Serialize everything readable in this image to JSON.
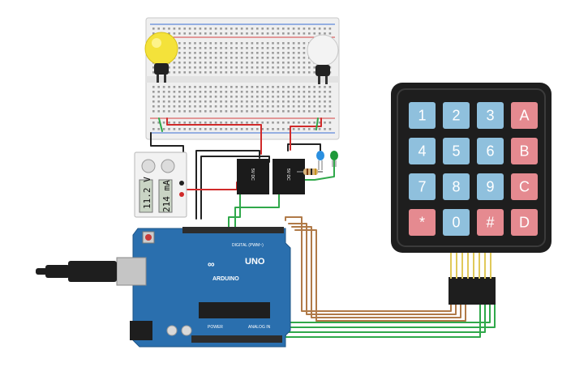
{
  "keypad": {
    "rows": [
      [
        {
          "label": "1",
          "color": "#8fc0dd"
        },
        {
          "label": "2",
          "color": "#8fc0dd"
        },
        {
          "label": "3",
          "color": "#8fc0dd"
        },
        {
          "label": "A",
          "color": "#e58a90"
        }
      ],
      [
        {
          "label": "4",
          "color": "#8fc0dd"
        },
        {
          "label": "5",
          "color": "#8fc0dd"
        },
        {
          "label": "6",
          "color": "#8fc0dd"
        },
        {
          "label": "B",
          "color": "#e58a90"
        }
      ],
      [
        {
          "label": "7",
          "color": "#8fc0dd"
        },
        {
          "label": "8",
          "color": "#8fc0dd"
        },
        {
          "label": "9",
          "color": "#8fc0dd"
        },
        {
          "label": "C",
          "color": "#e58a90"
        }
      ],
      [
        {
          "label": "*",
          "color": "#e58a90"
        },
        {
          "label": "0",
          "color": "#8fc0dd"
        },
        {
          "label": "#",
          "color": "#e58a90"
        },
        {
          "label": "D",
          "color": "#e58a90"
        }
      ]
    ],
    "body_color": "#1e1e1e"
  },
  "power_supply": {
    "voltage": "11.2 V",
    "current": "214 mA"
  },
  "arduino": {
    "brand": "ARDUINO",
    "model": "UNO",
    "digital_label": "DIGITAL (PWM~)",
    "analog_label": "ANALOG IN",
    "power_label": "POWER",
    "board_color": "#2a6fae"
  },
  "components": {
    "bulb_lit_color": "#f4e23a",
    "led_blue": "#2a8fe0",
    "led_green": "#1f9a3a"
  }
}
